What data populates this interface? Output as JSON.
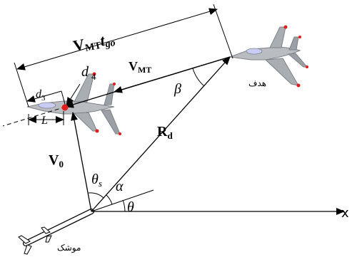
{
  "labels": {
    "vmt_tgo": {
      "main": "V",
      "sub": "MT",
      "t": "t",
      "tsub": "go"
    },
    "d4": {
      "main": "d",
      "sub": "4"
    },
    "d3": {
      "main": "d",
      "sub": "3"
    },
    "L": "L",
    "vmt": {
      "main": "V",
      "sub": "MT"
    },
    "beta": "β",
    "target": "هدف",
    "rd": {
      "main": "R",
      "sub": "d"
    },
    "v0": {
      "main": "V",
      "sub": "0"
    },
    "theta_s": {
      "main": "θ",
      "sub": "s"
    },
    "alpha": "α",
    "theta": "θ",
    "x_axis": "x",
    "missile": "موشک"
  },
  "colors": {
    "line": "#000000",
    "aircraft_body": "#b9bdc1",
    "aircraft_dark": "#7d8287",
    "canopy": "#c9cdf5",
    "impact_point": "#e21b1b"
  }
}
